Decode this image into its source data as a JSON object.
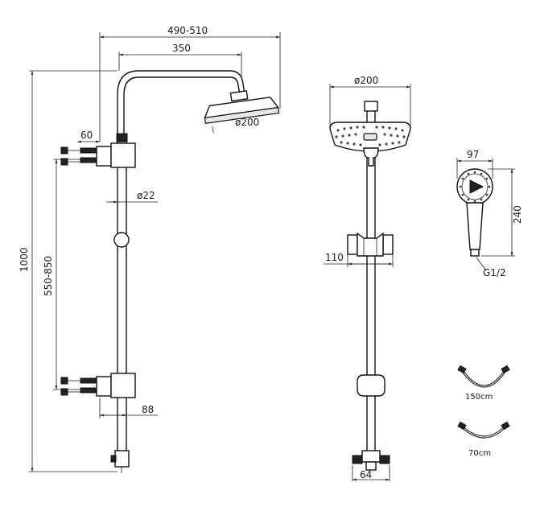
{
  "dimensions": {
    "arm_reach": "490-510",
    "arm_length": "350",
    "head_dia_side": "ø200",
    "wall_offset": "60",
    "pipe_dia": "ø22",
    "total_height": "1000",
    "bracket_spacing": "550-850",
    "bottom_offset": "88",
    "head_dia_front": "ø200",
    "holder_width": "110",
    "valve_width": "64",
    "hand_dia": "97",
    "hand_length": "240",
    "thread": "G1/2",
    "hose_long": "150cm",
    "hose_short": "70cm"
  }
}
